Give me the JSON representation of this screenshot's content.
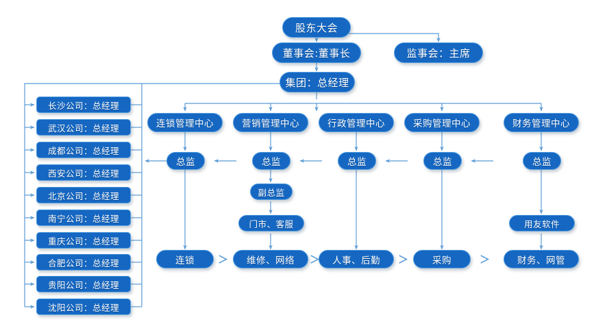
{
  "diagram": {
    "title_nodes": {
      "shareholders": "股东大会",
      "board": "董事会:董事长",
      "supervisors": "监事会：主席",
      "group": "集团：总经理"
    },
    "branch_label": "总监",
    "deputy_label": "副总监",
    "retail_service_label": "门市、客服",
    "yonyou_label": "用友软件",
    "centers": [
      {
        "name": "连锁管理中心",
        "director": "总监",
        "leaf": "连锁"
      },
      {
        "name": "营销管理中心",
        "director": "总监",
        "leaf": "维修、网络"
      },
      {
        "name": "行政管理中心",
        "director": "总监",
        "leaf": "人事、后勤"
      },
      {
        "name": "采购管理中心",
        "director": "总监",
        "leaf": "采购"
      },
      {
        "name": "财务管理中心",
        "director": "总监",
        "leaf": "财务、网管"
      }
    ],
    "companies": [
      "长沙公司：总经理",
      "武汉公司：总经理",
      "成都公司：总经理",
      "西安公司：总经理",
      "北京公司：总经理",
      "南宁公司：总经理",
      "重庆公司：总经理",
      "合肥公司：总经理",
      "贵阳公司：总经理",
      "沈阳公司：总经理"
    ],
    "flow_separators": [
      "＞",
      "＞",
      "＞",
      "＞"
    ],
    "colors": {
      "node_fill": "#1567C2",
      "node_border": "#4E9BE0",
      "connector": "#5B9BD5",
      "text": "#FFFFFF",
      "background": "#FFFFFF"
    }
  }
}
